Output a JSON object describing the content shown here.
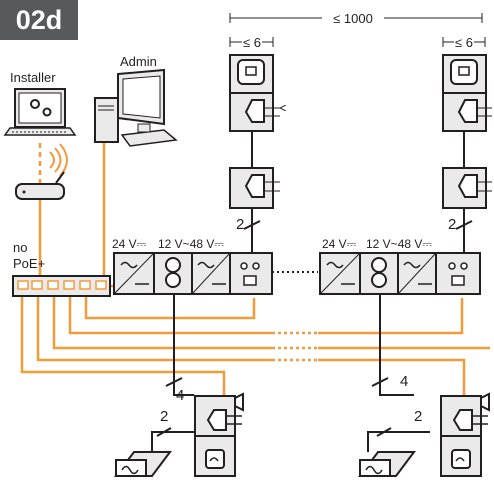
{
  "badge": "02d",
  "labels": {
    "installer": "Installer",
    "admin": "Admin",
    "no": "no",
    "poe": "PoE+",
    "dim_total": "≤ 1000",
    "dim_left": "≤ 6",
    "dim_right": "≤ 6",
    "v24_left": "24 V⎓",
    "v12_48_left": "12 V~48 V⎓",
    "v24_right": "24 V⎓",
    "v12_48_right": "12 V~48 V⎓",
    "wire2_left_top": "2",
    "wire2_right_top": "2",
    "wire4_left": "4",
    "wire4_right": "4",
    "wire2_left_bottom": "2",
    "wire2_right_bottom": "2"
  },
  "colors": {
    "orange": "#f39a3b",
    "line": "#231f20",
    "device_fill": "#eaeaea",
    "badge_bg": "#58595b"
  }
}
